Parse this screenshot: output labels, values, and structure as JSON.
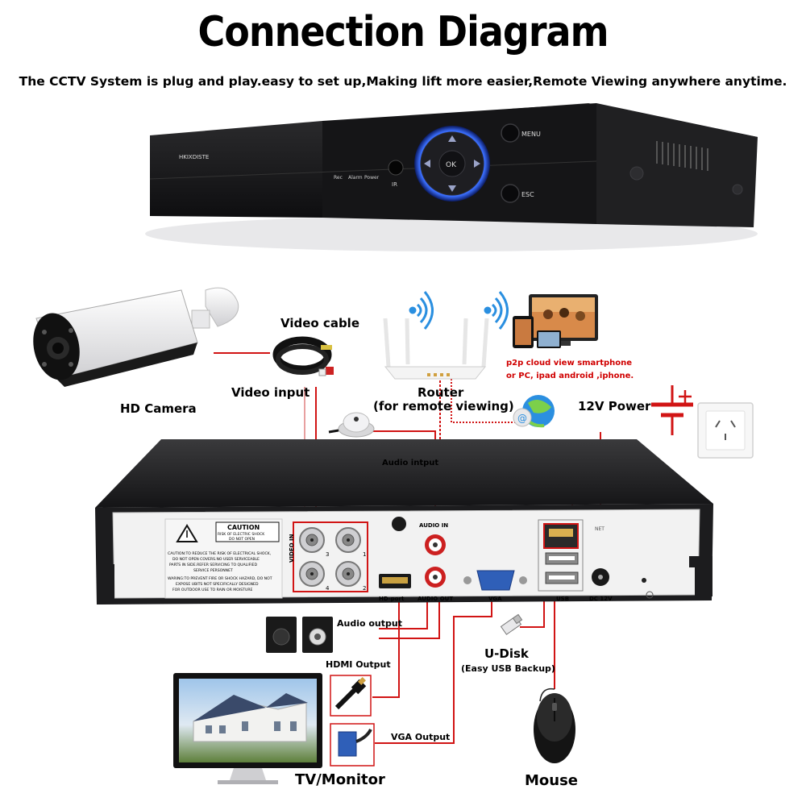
{
  "title": "Connection Diagram",
  "subtitle": "The CCTV System is plug and play.easy to set up,Making lift more easier,Remote Viewing anywhere anytime.",
  "dvr_front": {
    "brand": "HKIXDISTE",
    "leds": [
      "Rec",
      "Alarm",
      "Power"
    ],
    "ir_label": "IR",
    "ok_label": "OK",
    "menu_label": "MENU",
    "esc_label": "ESC"
  },
  "labels": {
    "hd_camera": "HD Camera",
    "video_cable": "Video cable",
    "video_input": "Video input",
    "router": "Router",
    "router_sub": "(for remote viewing)",
    "p2p_line1": "p2p cloud  view smartphone",
    "p2p_line2": "or PC, ipad android ,iphone.",
    "power_12v": "12V Power",
    "audio_input": "Audio intput",
    "audio_output": "Audio output",
    "hdmi_output": "HDMI Output",
    "u_disk": "U-Disk",
    "u_disk_sub": "(Easy USB Backup)",
    "vga_output": "VGA Output",
    "tv_monitor": "TV/Monitor",
    "mouse": "Mouse"
  },
  "dvr_back": {
    "caution_title": "CAUTION",
    "caution_sub1": "RISK OF ELECTRIC SHOCK",
    "caution_sub2": "DO NOT OPEN",
    "caution_text": [
      "CAUTION:TO REDUCE THE RISK OF ELECTRICAL SHOCK,",
      "DO NOT OPEN COVERS.NO USER SERVICEABLE",
      "PARTS IN SIDE.REFER SERVICING TO QUALIFIED",
      "SERVICE PERSONNET",
      "WARING:TO PREVENT FIRE OR SHOCK HAZARD, DO NOT",
      "EXPOSE UBITS NOT SPECIFICALLY DESIGNED",
      "FOR OUTDOOR USE TO RAIN OR MOISTURE"
    ],
    "video_in": "VIDEO IN",
    "bnc_numbers": [
      "3",
      "1",
      "4",
      "2"
    ],
    "audio_in": "AUDIO IN",
    "audio_out": "AUDIO OUT",
    "hd_port": "HD-port",
    "vga": "VGA",
    "net": "NET",
    "usb": "USB",
    "dc12v": "DC 12V"
  },
  "colors": {
    "cable_red": "#d11414",
    "text_red": "#d00000",
    "dvr_body": "#1c1c1e",
    "panel": "#f2f2f2",
    "button_glow": "#3b6fff"
  }
}
